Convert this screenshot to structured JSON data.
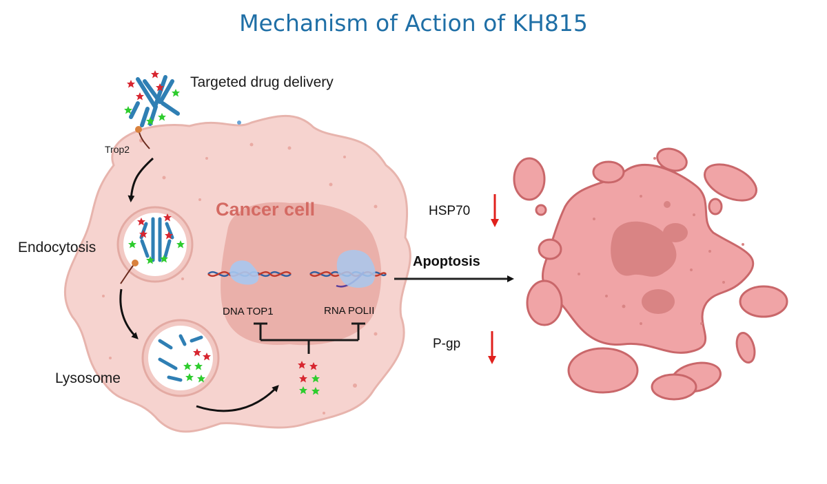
{
  "title": "Mechanism of Action of KH815",
  "labels": {
    "targeted_delivery": "Targeted drug delivery",
    "trop2": "Trop2",
    "endocytosis": "Endocytosis",
    "lysosome": "Lysosome",
    "cancer_cell": "Cancer cell",
    "dna_top1": "DNA TOP1",
    "rna_polii": "RNA POLII",
    "hsp70": "HSP70",
    "apoptosis": "Apoptosis",
    "pgp": "P-gp"
  },
  "colors": {
    "title": "#1f6fa6",
    "cell_fill": "#f6d3cf",
    "cell_stroke": "#e7b4ad",
    "nucleus": "#e8a9a3",
    "apoptotic_fill": "#f0a4a6",
    "apoptotic_stroke": "#c9676a",
    "down_arrow": "#e0201c",
    "antibody": "#2f7fb4",
    "payload_red": "#d72630",
    "payload_green": "#2ecc2e"
  },
  "icons": [
    "antibody-icon",
    "trop2-receptor-icon",
    "endosome-icon",
    "lysosome-icon",
    "dna-helix-icon",
    "payload-star-icon",
    "down-arrow-icon",
    "apoptotic-cell-icon"
  ]
}
